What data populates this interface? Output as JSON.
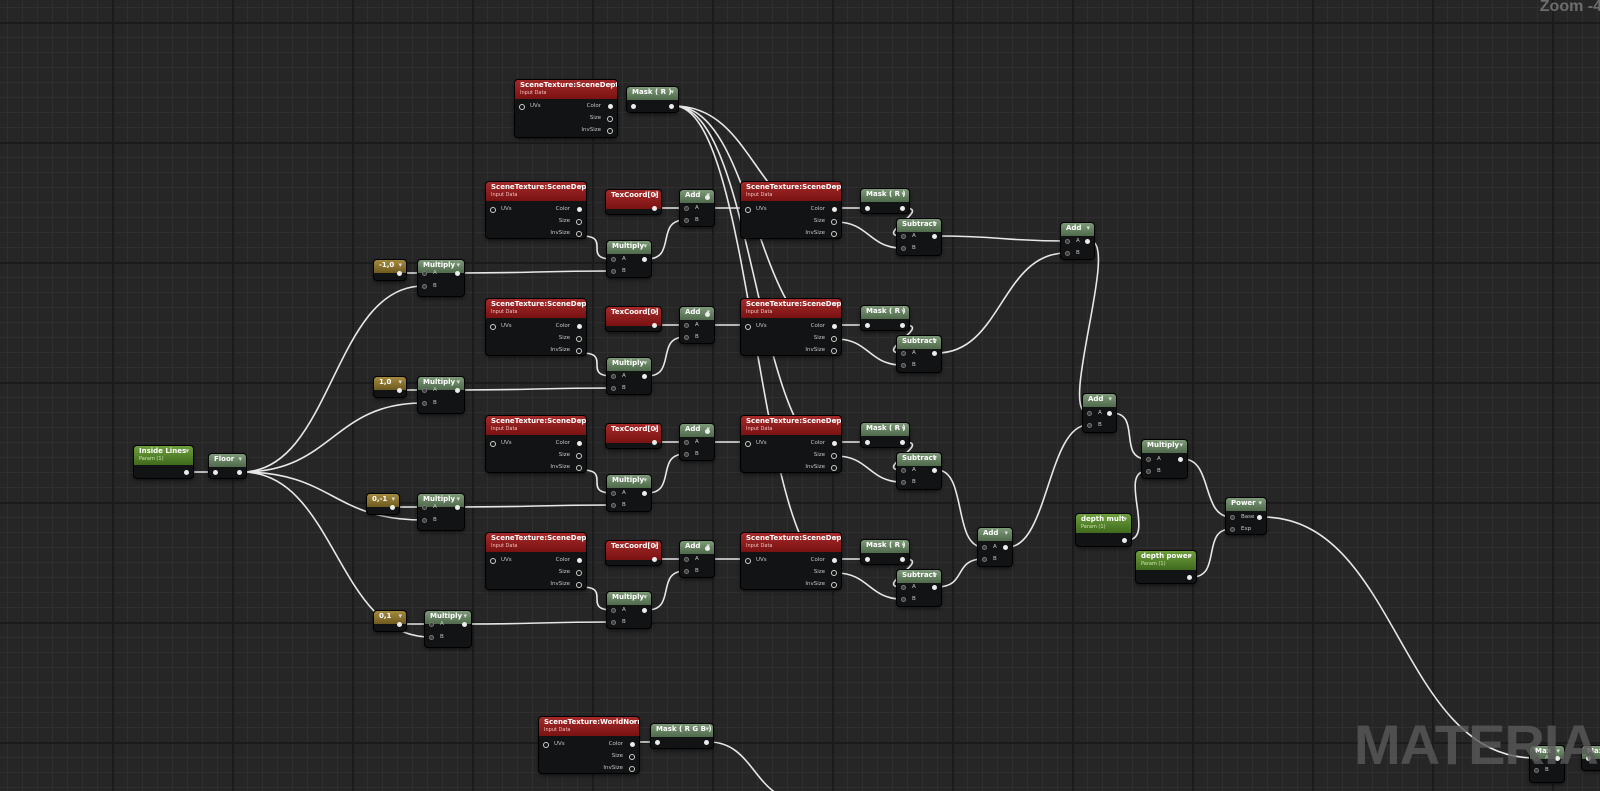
{
  "editor": {
    "zoom_label": "Zoom -4",
    "watermark": "MATERIAL"
  },
  "colors": {
    "texture_header": "#8a1c1c",
    "math_header": "#5e7a5b",
    "constant_header": "#8a7330",
    "parameter_header": "#5a8a2d",
    "wire": "#e8e8e8",
    "grid_bg": "#262626"
  },
  "labels": {
    "scene_depth": "SceneTexture:SceneDepth",
    "world_normal": "SceneTexture:WorldNormal",
    "input_data": "Input Data",
    "param": "Param (1)",
    "uvs": "UVs",
    "color": "Color",
    "size": "Size",
    "invsize": "InvSize",
    "a": "A",
    "b": "B",
    "base": "Base",
    "exp": "Exp",
    "texcoord": "TexCoord[0]",
    "add": "Add",
    "multiply": "Multiply",
    "subtract": "Subtract",
    "mask_r": "Mask ( R )",
    "mask_rgb": "Mask ( R G B )",
    "floor": "Floor",
    "power": "Power",
    "max": "Max",
    "inside_lines": "Inside Lines",
    "depth_mult": "depth mult",
    "depth_power": "depth power",
    "c1": "-1,0",
    "c2": "1,0",
    "c3": "0,-1",
    "c4": "0,1"
  }
}
